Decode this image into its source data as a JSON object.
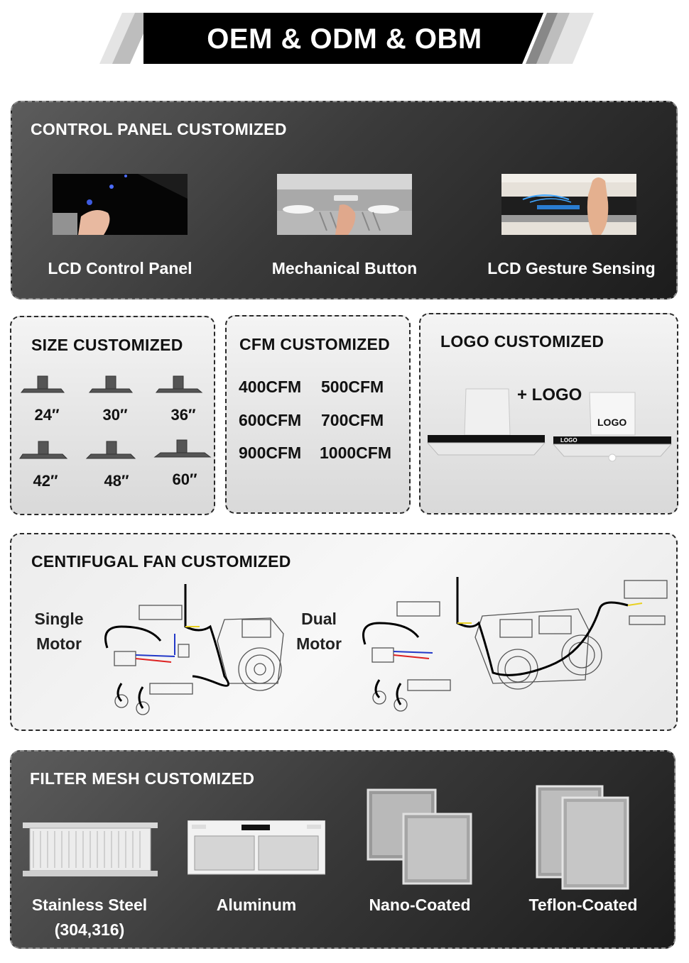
{
  "header": {
    "title": "OEM & ODM & OBM"
  },
  "control_panel": {
    "title": "CONTROL PANEL CUSTOMIZED",
    "items": [
      {
        "label": "LCD Control Panel"
      },
      {
        "label": "Mechanical Button"
      },
      {
        "label": "LCD Gesture Sensing"
      }
    ]
  },
  "size": {
    "title": "SIZE CUSTOMIZED",
    "items": [
      "24″",
      "30″",
      "36″",
      "42″",
      "48″",
      "60″"
    ]
  },
  "cfm": {
    "title": "CFM CUSTOMIZED",
    "rows": [
      [
        "400CFM",
        "500CFM"
      ],
      [
        "600CFM",
        "700CFM"
      ],
      [
        "900CFM",
        "1000CFM"
      ]
    ]
  },
  "logo": {
    "title": "LOGO CUSTOMIZED",
    "plus_label": "+ LOGO",
    "hood_logo_text": "LOGO",
    "panel_logo_text": "LOGO"
  },
  "fan": {
    "title": "CENTIFUGAL FAN CUSTOMIZED",
    "single_line1": "Single",
    "single_line2": "Motor",
    "dual_line1": "Dual",
    "dual_line2": "Motor"
  },
  "filter": {
    "title": "FILTER MESH CUSTOMIZED",
    "items": [
      {
        "label": "Stainless Steel",
        "sub": "(304,316)"
      },
      {
        "label": "Aluminum"
      },
      {
        "label": "Nano-Coated"
      },
      {
        "label": "Teflon-Coated"
      }
    ]
  }
}
